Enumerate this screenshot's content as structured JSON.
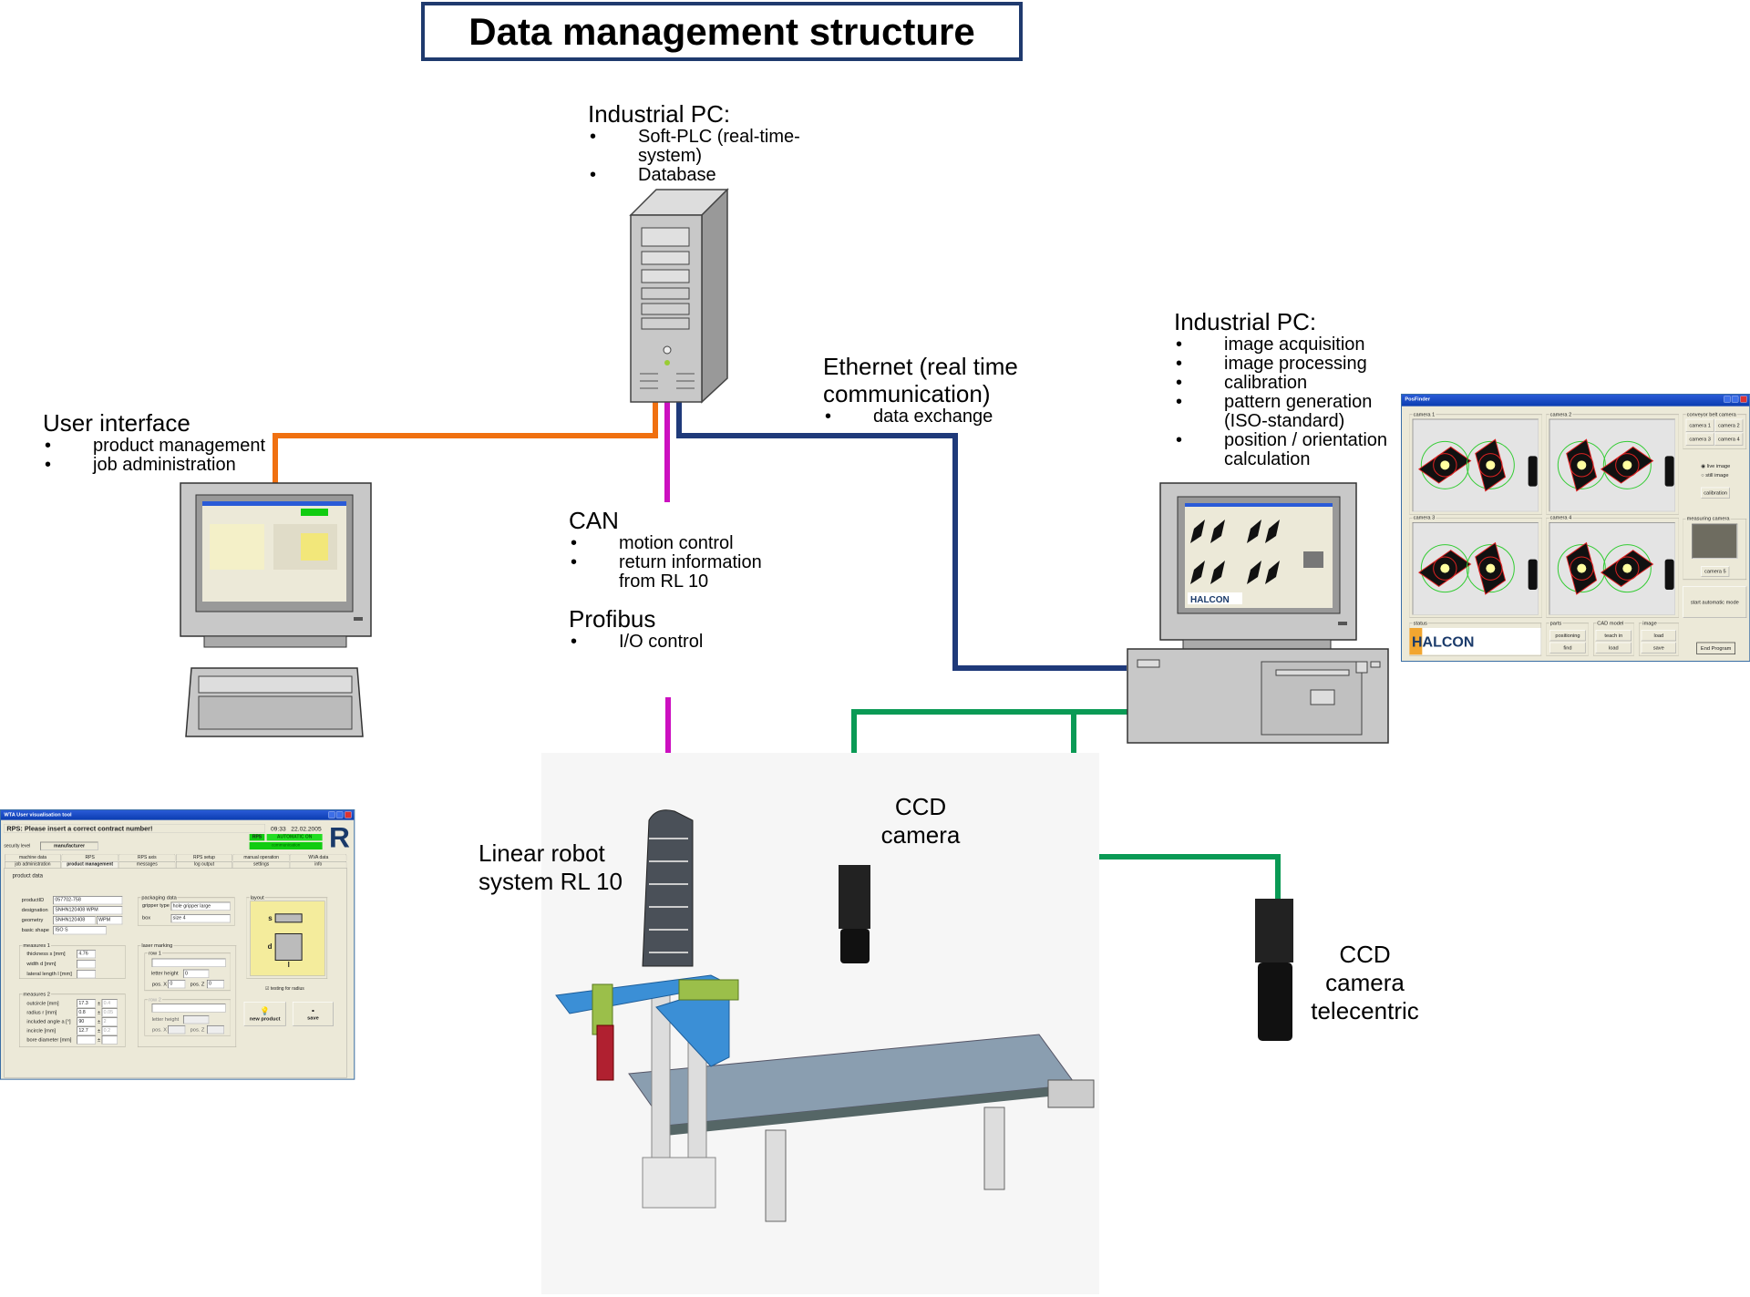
{
  "title": "Data management structure",
  "industrial_pc_top": {
    "heading": "Industrial PC:",
    "bullets": [
      "Soft-PLC (real-time-system)",
      "Database"
    ]
  },
  "user_interface": {
    "heading": "User interface",
    "bullets": [
      "product management",
      "job administration"
    ]
  },
  "ethernet": {
    "heading": "Ethernet (real time communication)",
    "bullets": [
      "data exchange"
    ]
  },
  "can": {
    "heading": "CAN",
    "bullets": [
      "motion control",
      "return information from RL 10"
    ]
  },
  "profibus": {
    "heading": "Profibus",
    "bullets": [
      "I/O control"
    ]
  },
  "industrial_pc_right": {
    "heading": "Industrial PC:",
    "bullets": [
      "image acquisition",
      "image processing",
      "calibration",
      "pattern generation (ISO-standard)",
      "position / orientation calculation"
    ]
  },
  "linear_robot": "Linear robot system RL 10",
  "ccd_camera": "CCD camera",
  "ccd_telecentric": "CCD camera telecentric",
  "colors": {
    "ethernet_line": "#1f3a7a",
    "ui_line": "#f07010",
    "can_profibus_line": "#cc10c0",
    "camera_line": "#0a9a55",
    "title_border": "#1f3a6e"
  },
  "wta": {
    "window_title": "WTA User visualisation tool",
    "message": "RPS: Please insert a correct contract number!",
    "time": "09:33",
    "date": "22.02.2005",
    "security_label": "security level",
    "security_value": "manufacturer",
    "status_rps": "RPS",
    "status_auto": "AUTOMATIC ON",
    "status_comm": "communication",
    "tabs_row1": [
      "machine data",
      "RPS",
      "RPS axis",
      "RPS setup",
      "manual operation",
      "WVA data"
    ],
    "tabs_row2": [
      "job administration",
      "product management",
      "messages",
      "log output",
      "settings",
      "info"
    ],
    "active_tab": "product management",
    "product_data": "product data",
    "fields": [
      {
        "label": "productID",
        "value": "057702-758"
      },
      {
        "label": "designation",
        "value": "SNHN120408 WPM"
      },
      {
        "label": "geometry",
        "value": "SNHN120408",
        "value2": "WPM"
      },
      {
        "label": "basic shape",
        "value": "ISO S"
      }
    ],
    "measures1": {
      "title": "measures 1",
      "rows": [
        {
          "label": "thickness s [mm]",
          "value": "4.76"
        },
        {
          "label": "width d [mm]",
          "value": ""
        },
        {
          "label": "lateral length l [mm]",
          "value": ""
        }
      ]
    },
    "measures2": {
      "title": "measures 2",
      "rows": [
        {
          "label": "outcircle [mm]",
          "value": "17.3",
          "tol": "0.4"
        },
        {
          "label": "radius r [mm]",
          "value": "0.8",
          "tol": "0.05"
        },
        {
          "label": "included angle a [°]",
          "value": "90",
          "tol": "2"
        },
        {
          "label": "incircle [mm]",
          "value": "12.7",
          "tol": "0.2"
        },
        {
          "label": "bore diameter [mm]",
          "value": "",
          "tol": ""
        }
      ]
    },
    "pm": "±",
    "packaging": {
      "title": "packaging data",
      "gripper_label": "gripper type",
      "gripper_value": "hole gripper large",
      "box_label": "box",
      "box_value": "size 4"
    },
    "laser": {
      "title": "laser marking",
      "row1": "row 1",
      "row2": "row 2",
      "letter_height": "letter height",
      "lh_value": "0",
      "posx": "pos. X",
      "posz": "pos. Z",
      "px_value": "0",
      "pz_value": "0"
    },
    "layout": {
      "title": "layout",
      "s": "s",
      "d": "d",
      "l": "l"
    },
    "testing_radius": "testing for radius",
    "new_product": "new product",
    "save": "save"
  },
  "posfinder": {
    "window_title": "PosFinder",
    "cameras": [
      "camera 1",
      "camera 2",
      "camera 3",
      "camera 4"
    ],
    "conveyor": {
      "title": "conveyor belt camera",
      "buttons": [
        "camera 1",
        "camera 2",
        "camera 3",
        "camera 4"
      ]
    },
    "live_image": "live image",
    "still_image": "still image",
    "calibration": "calibration",
    "measuring": {
      "title": "measuring camera",
      "button": "camera 5"
    },
    "start_auto": "start automatic mode",
    "status": "status",
    "halcon": "HALCON",
    "parts": {
      "title": "parts",
      "buttons": [
        "positioning",
        "find"
      ]
    },
    "cad": {
      "title": "CAD model",
      "buttons": [
        "teach in",
        "load"
      ]
    },
    "image": {
      "title": "image",
      "buttons": [
        "load",
        "save"
      ]
    },
    "end_program": "End Program"
  }
}
